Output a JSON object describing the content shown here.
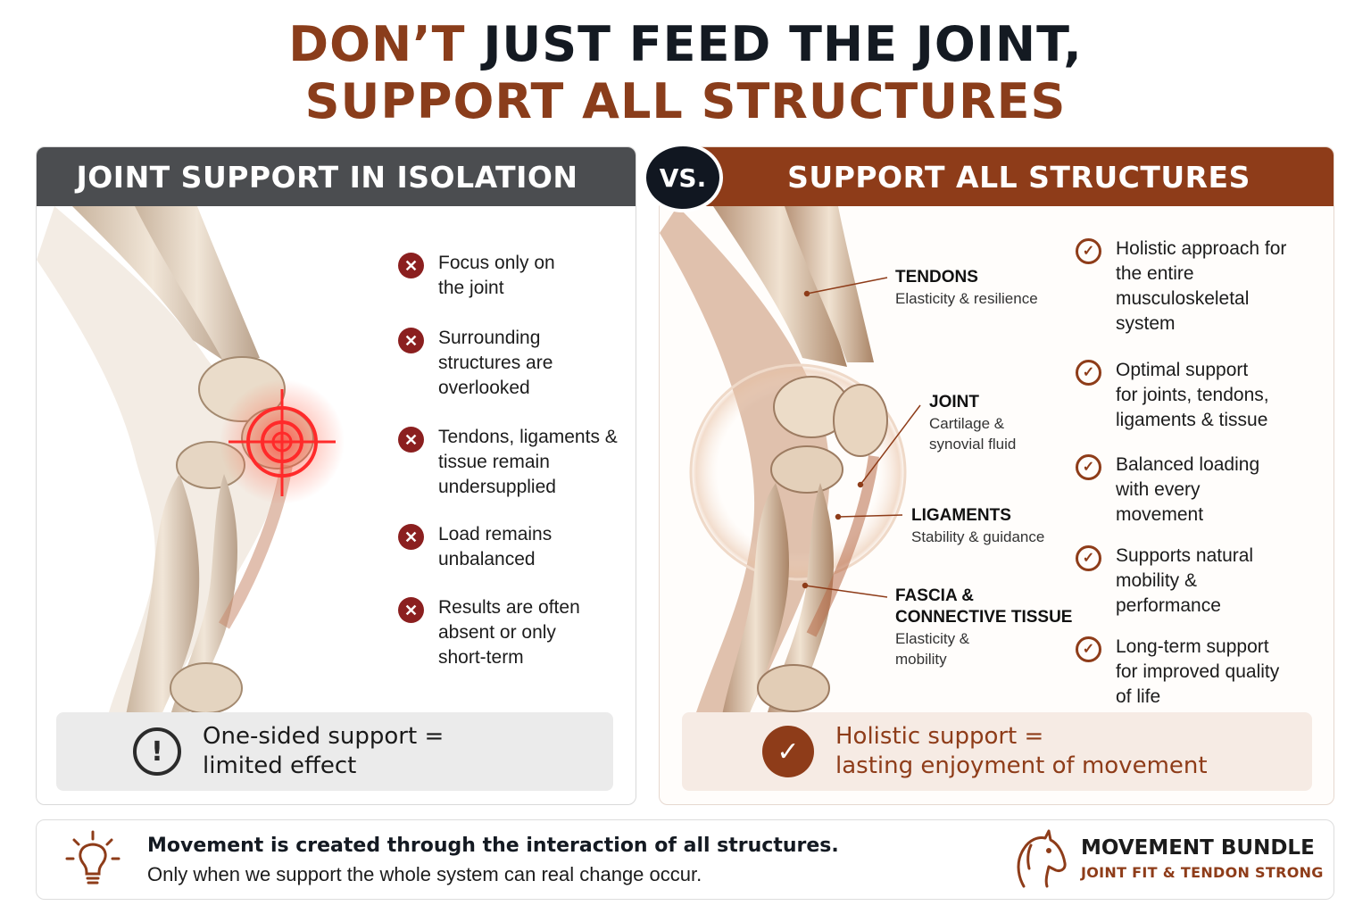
{
  "headline": {
    "line1_part1": "DON’T",
    "line1_part2": " JUST FEED THE JOINT,",
    "line2": "SUPPORT ALL STRUCTURES"
  },
  "vs_label": "VS.",
  "left_panel": {
    "title": "JOINT SUPPORT IN ISOLATION",
    "items": [
      "Focus only on\nthe joint",
      "Surrounding\nstructures are\noverlooked",
      "Tendons, ligaments &\ntissue remain\nundersupplied",
      "Load remains\nunbalanced",
      "Results are often\nabsent or only\nshort-term"
    ],
    "summary": "One-sided support =\nlimited effect"
  },
  "right_panel": {
    "title": "SUPPORT ALL STRUCTURES",
    "callouts": [
      {
        "title": "TENDONS",
        "sub": "Elasticity & resilience"
      },
      {
        "title": "JOINT",
        "sub": "Cartilage &\nsynovial fluid"
      },
      {
        "title": "LIGAMENTS",
        "sub": "Stability & guidance"
      },
      {
        "title": "FASCIA &\nCONNECTIVE TISSUE",
        "sub": "Elasticity &\nmobility"
      }
    ],
    "items": [
      "Holistic approach for\nthe entire\nmusculoskeletal\nsystem",
      "Optimal support\nfor joints, tendons,\nligaments & tissue",
      "Balanced loading\nwith every\nmovement",
      "Supports natural\nmobility &\nperformance",
      "Long-term support\nfor improved quality\nof life"
    ],
    "summary": "Holistic support =\nlasting enjoyment of movement"
  },
  "footer": {
    "title": "Movement is created through the interaction of all structures.",
    "subtitle": "Only when we support the whole system can real change occur.",
    "brand_name": "MOVEMENT BUNDLE",
    "brand_sub": "JOINT FIT & TENDON STRONG"
  },
  "colors": {
    "brand_brown": "#8e3c19",
    "dark_header": "#4b4d50",
    "x_red": "#8b1f1f",
    "target_red": "#ff2a2a"
  },
  "icons": {
    "negative": "x-circle-icon",
    "positive": "check-circle-icon",
    "warning": "exclamation-circle-icon",
    "footer": "lightbulb-icon",
    "brand": "horse-head-icon"
  }
}
